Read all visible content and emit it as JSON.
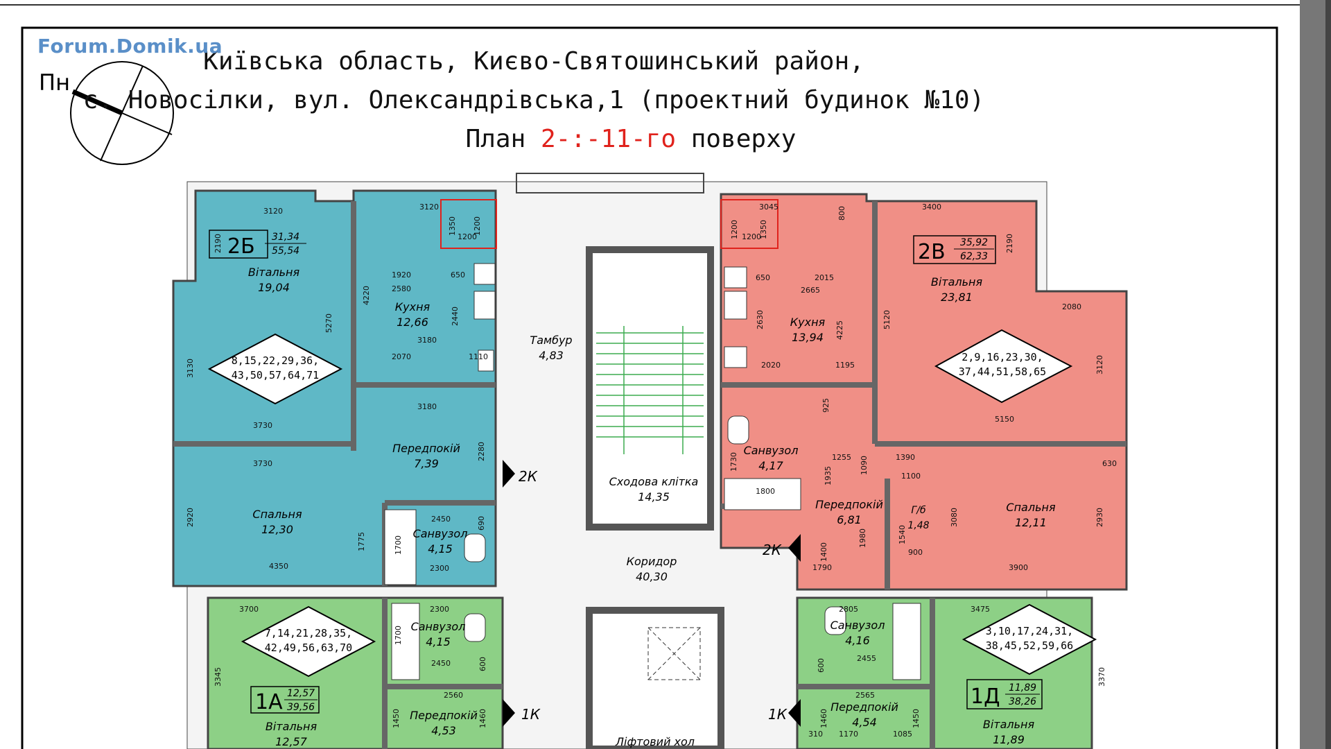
{
  "watermark": "Forum.Domik.ua",
  "compass_label": "Пн",
  "title": {
    "line1": "Київська область, Києво-Святошинський район,",
    "line2": "с. Новосілки, вул. Олександрівська,1 (проектний будинок №10)",
    "line3_prefix": "План ",
    "line3_floor": "2-:-11-го",
    "line3_suffix": " поверху"
  },
  "colors": {
    "apt_2b": "#5fb8c6",
    "apt_2v": "#f08f86",
    "apt_1": "#8dd086",
    "wall": "#8a8a8a",
    "floor_accent": "#e0221c"
  },
  "apartments": {
    "a2b": {
      "code": "2Б",
      "living_area": "31,34",
      "total_area": "55,54",
      "numbers_1": "8,15,22,29,36,",
      "numbers_2": "43,50,57,64,71"
    },
    "a2v": {
      "code": "2В",
      "living_area": "35,92",
      "total_area": "62,33",
      "numbers_1": "2,9,16,23,30,",
      "numbers_2": "37,44,51,58,65"
    },
    "a1a": {
      "code": "1А",
      "living_area": "12,57",
      "total_area": "39,56",
      "numbers_1": "7,14,21,28,35,",
      "numbers_2": "42,49,56,63,70"
    },
    "a1d": {
      "code": "1Д",
      "living_area": "11,89",
      "total_area": "38,26",
      "numbers_1": "3,10,17,24,31,",
      "numbers_2": "38,45,52,59,66"
    }
  },
  "rooms": {
    "b_living": {
      "name": "Вітальня",
      "area": "19,04"
    },
    "b_kitchen": {
      "name": "Кухня",
      "area": "12,66"
    },
    "b_hall": {
      "name": "Передпокій",
      "area": "7,39"
    },
    "b_bedroom": {
      "name": "Спальня",
      "area": "12,30"
    },
    "b_bath": {
      "name": "Санвузол",
      "area": "4,15"
    },
    "tambur": {
      "name": "Тамбур",
      "area": "4,83"
    },
    "stairs": {
      "name": "Сходова клітка",
      "area": "14,35"
    },
    "corridor": {
      "name": "Коридор",
      "area": "40,30"
    },
    "lift_hall": {
      "name": "Ліфтовий хол"
    },
    "v_kitchen": {
      "name": "Кухня",
      "area": "13,94"
    },
    "v_living": {
      "name": "Вітальня",
      "area": "23,81"
    },
    "v_bath": {
      "name": "Санвузол",
      "area": "4,17"
    },
    "v_hall": {
      "name": "Передпокій",
      "area": "6,81"
    },
    "v_storage": {
      "name": "Г/б",
      "area": "1,48"
    },
    "v_bedroom": {
      "name": "Спальня",
      "area": "12,11"
    },
    "a_bath": {
      "name": "Санвузол",
      "area": "4,15"
    },
    "a_hall": {
      "name": "Передпокій",
      "area": "4,53"
    },
    "a_living": {
      "name": "Вітальня",
      "area": "12,57"
    },
    "d_bath": {
      "name": "Санвузол",
      "area": "4,16"
    },
    "d_hall": {
      "name": "Передпокій",
      "area": "4,54"
    },
    "d_living": {
      "name": "Вітальня",
      "area": "11,89"
    }
  },
  "doors": {
    "d1": "2К",
    "d2": "2К",
    "d3": "1К",
    "d4": "1К"
  },
  "dims": {
    "d3120a": "3120",
    "d3120b": "3120",
    "d2190a": "2190",
    "d1350a": "1350",
    "d1200a": "1200",
    "d1200b": "1200",
    "d1920": "1920",
    "d650a": "650",
    "d2580": "2580",
    "d4220": "4220",
    "d2440": "2440",
    "d3180a": "3180",
    "d5270": "5270",
    "d3130": "3130",
    "d2070": "2070",
    "d1110": "1110",
    "d3180b": "3180",
    "d3730a": "3730",
    "d3730b": "3730",
    "d2280": "2280",
    "d2920": "2920",
    "d2450a": "2450",
    "d690": "690",
    "d1700a": "1700",
    "d1775": "1775",
    "d4350": "4350",
    "d2300a": "2300",
    "d3045": "3045",
    "d800": "800",
    "d3400": "3400",
    "d2190b": "2190",
    "d1350b": "1350",
    "d1200c": "1200",
    "d1200d": "1200",
    "d650b": "650",
    "d2015": "2015",
    "d2665": "2665",
    "d2630": "2630",
    "d4225": "4225",
    "d5120": "5120",
    "d2080": "2080",
    "d3120c": "3120",
    "d2020": "2020",
    "d1195": "1195",
    "d925": "925",
    "d5150": "5150",
    "d1255": "1255",
    "d1090": "1090",
    "d1390": "1390",
    "d1100": "1100",
    "d630": "630",
    "d1730": "1730",
    "d1935": "1935",
    "d1800": "1800",
    "d3080": "3080",
    "d2930": "2930",
    "d1540": "1540",
    "d900": "900",
    "d1980": "1980",
    "d1400": "1400",
    "d1790": "1790",
    "d3900": "3900",
    "d3700": "3700",
    "d2300b": "2300",
    "d1700b": "1700",
    "d2450b": "2450",
    "d600a": "600",
    "d3345": "3345",
    "d2560": "2560",
    "d1450a": "1450",
    "d1460a": "1460",
    "d2805": "2805",
    "d3475": "3475",
    "d2455": "2455",
    "d600b": "600",
    "d3370": "3370",
    "d2565": "2565",
    "d1460b": "1460",
    "d1450b": "1450",
    "d310": "310",
    "d1170": "1170",
    "d1085": "1085"
  }
}
